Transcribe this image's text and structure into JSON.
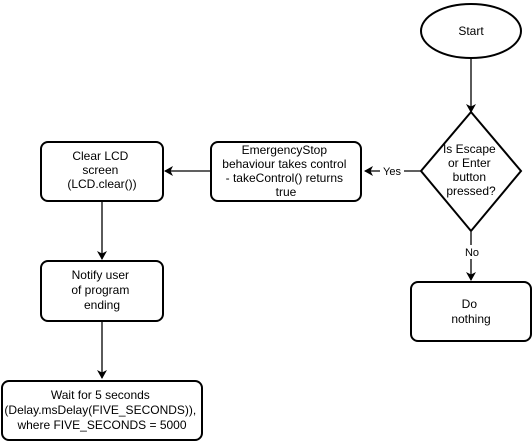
{
  "nodes": {
    "start": {
      "lines": [
        "Start"
      ]
    },
    "decision": {
      "lines": [
        "Is Escape",
        "or Enter",
        "button",
        "pressed?"
      ]
    },
    "emergency": {
      "lines": [
        "EmergencyStop",
        "behaviour takes control",
        "- takeControl() returns",
        "true"
      ]
    },
    "clear": {
      "lines": [
        "Clear LCD",
        "screen",
        "(LCD.clear())"
      ]
    },
    "nothing": {
      "lines": [
        "Do",
        "nothing"
      ]
    },
    "notify": {
      "lines": [
        "Notify user",
        "of program",
        "ending"
      ]
    },
    "wait": {
      "lines": [
        "Wait for 5 seconds",
        "(Delay.msDelay(FIVE_SECONDS)),",
        "where FIVE_SECONDS = 5000"
      ]
    }
  },
  "edges": {
    "yes_label": "Yes",
    "no_label": "No"
  }
}
